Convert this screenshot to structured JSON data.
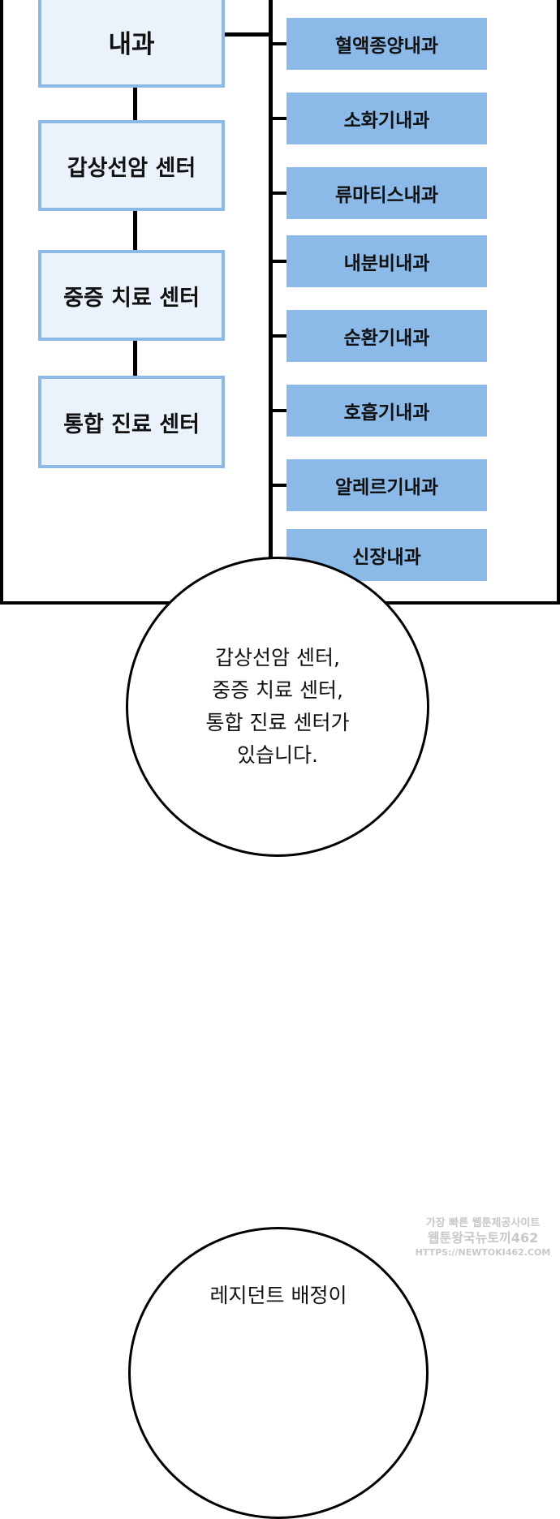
{
  "chart": {
    "main_department": "내과",
    "centers": [
      "갑상선암 센터",
      "중증 치료 센터",
      "통합 진료 센터"
    ],
    "sub_departments": [
      "혈액종양내과",
      "소화기내과",
      "류마티스내과",
      "내분비내과",
      "순환기내과",
      "호흡기내과",
      "알레르기내과",
      "신장내과"
    ]
  },
  "bubble1": {
    "lines": [
      "갑상선암 센터,",
      "중증 치료 센터,",
      "통합 진료 센터가",
      "있습니다."
    ]
  },
  "bubble2": {
    "lines": [
      "레지던트 배정이"
    ]
  },
  "watermark": {
    "line1": "가장 빠른 웹툰제공사이트",
    "line2": "웹툰왕국뉴토끼462",
    "line3": "HTTPS://NEWTOKI462.COM"
  }
}
